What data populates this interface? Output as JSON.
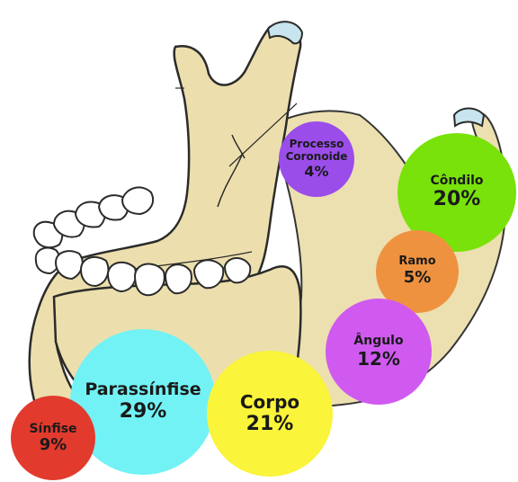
{
  "regions": {
    "processo_coronoide": {
      "label": "Processo\nCoronoide",
      "percent": "4%",
      "color": "#9b4dea"
    },
    "condilo": {
      "label": "Côndilo",
      "percent": "20%",
      "color": "#78e20a"
    },
    "ramo": {
      "label": "Ramo",
      "percent": "5%",
      "color": "#ef9240"
    },
    "angulo": {
      "label": "Ângulo",
      "percent": "12%",
      "color": "#d05af0"
    },
    "corpo": {
      "label": "Corpo",
      "percent": "21%",
      "color": "#faf43a"
    },
    "parassinfise": {
      "label": "Parassínfise",
      "percent": "29%",
      "color": "#72f2f4"
    },
    "sinfise": {
      "label": "Sínfise",
      "percent": "9%",
      "color": "#e33a2e"
    }
  },
  "colors": {
    "bone": "#ecdfad",
    "bone_outline": "#2b2b2b",
    "teeth": "#ffffff",
    "cartilage": "#c8e4ee"
  }
}
